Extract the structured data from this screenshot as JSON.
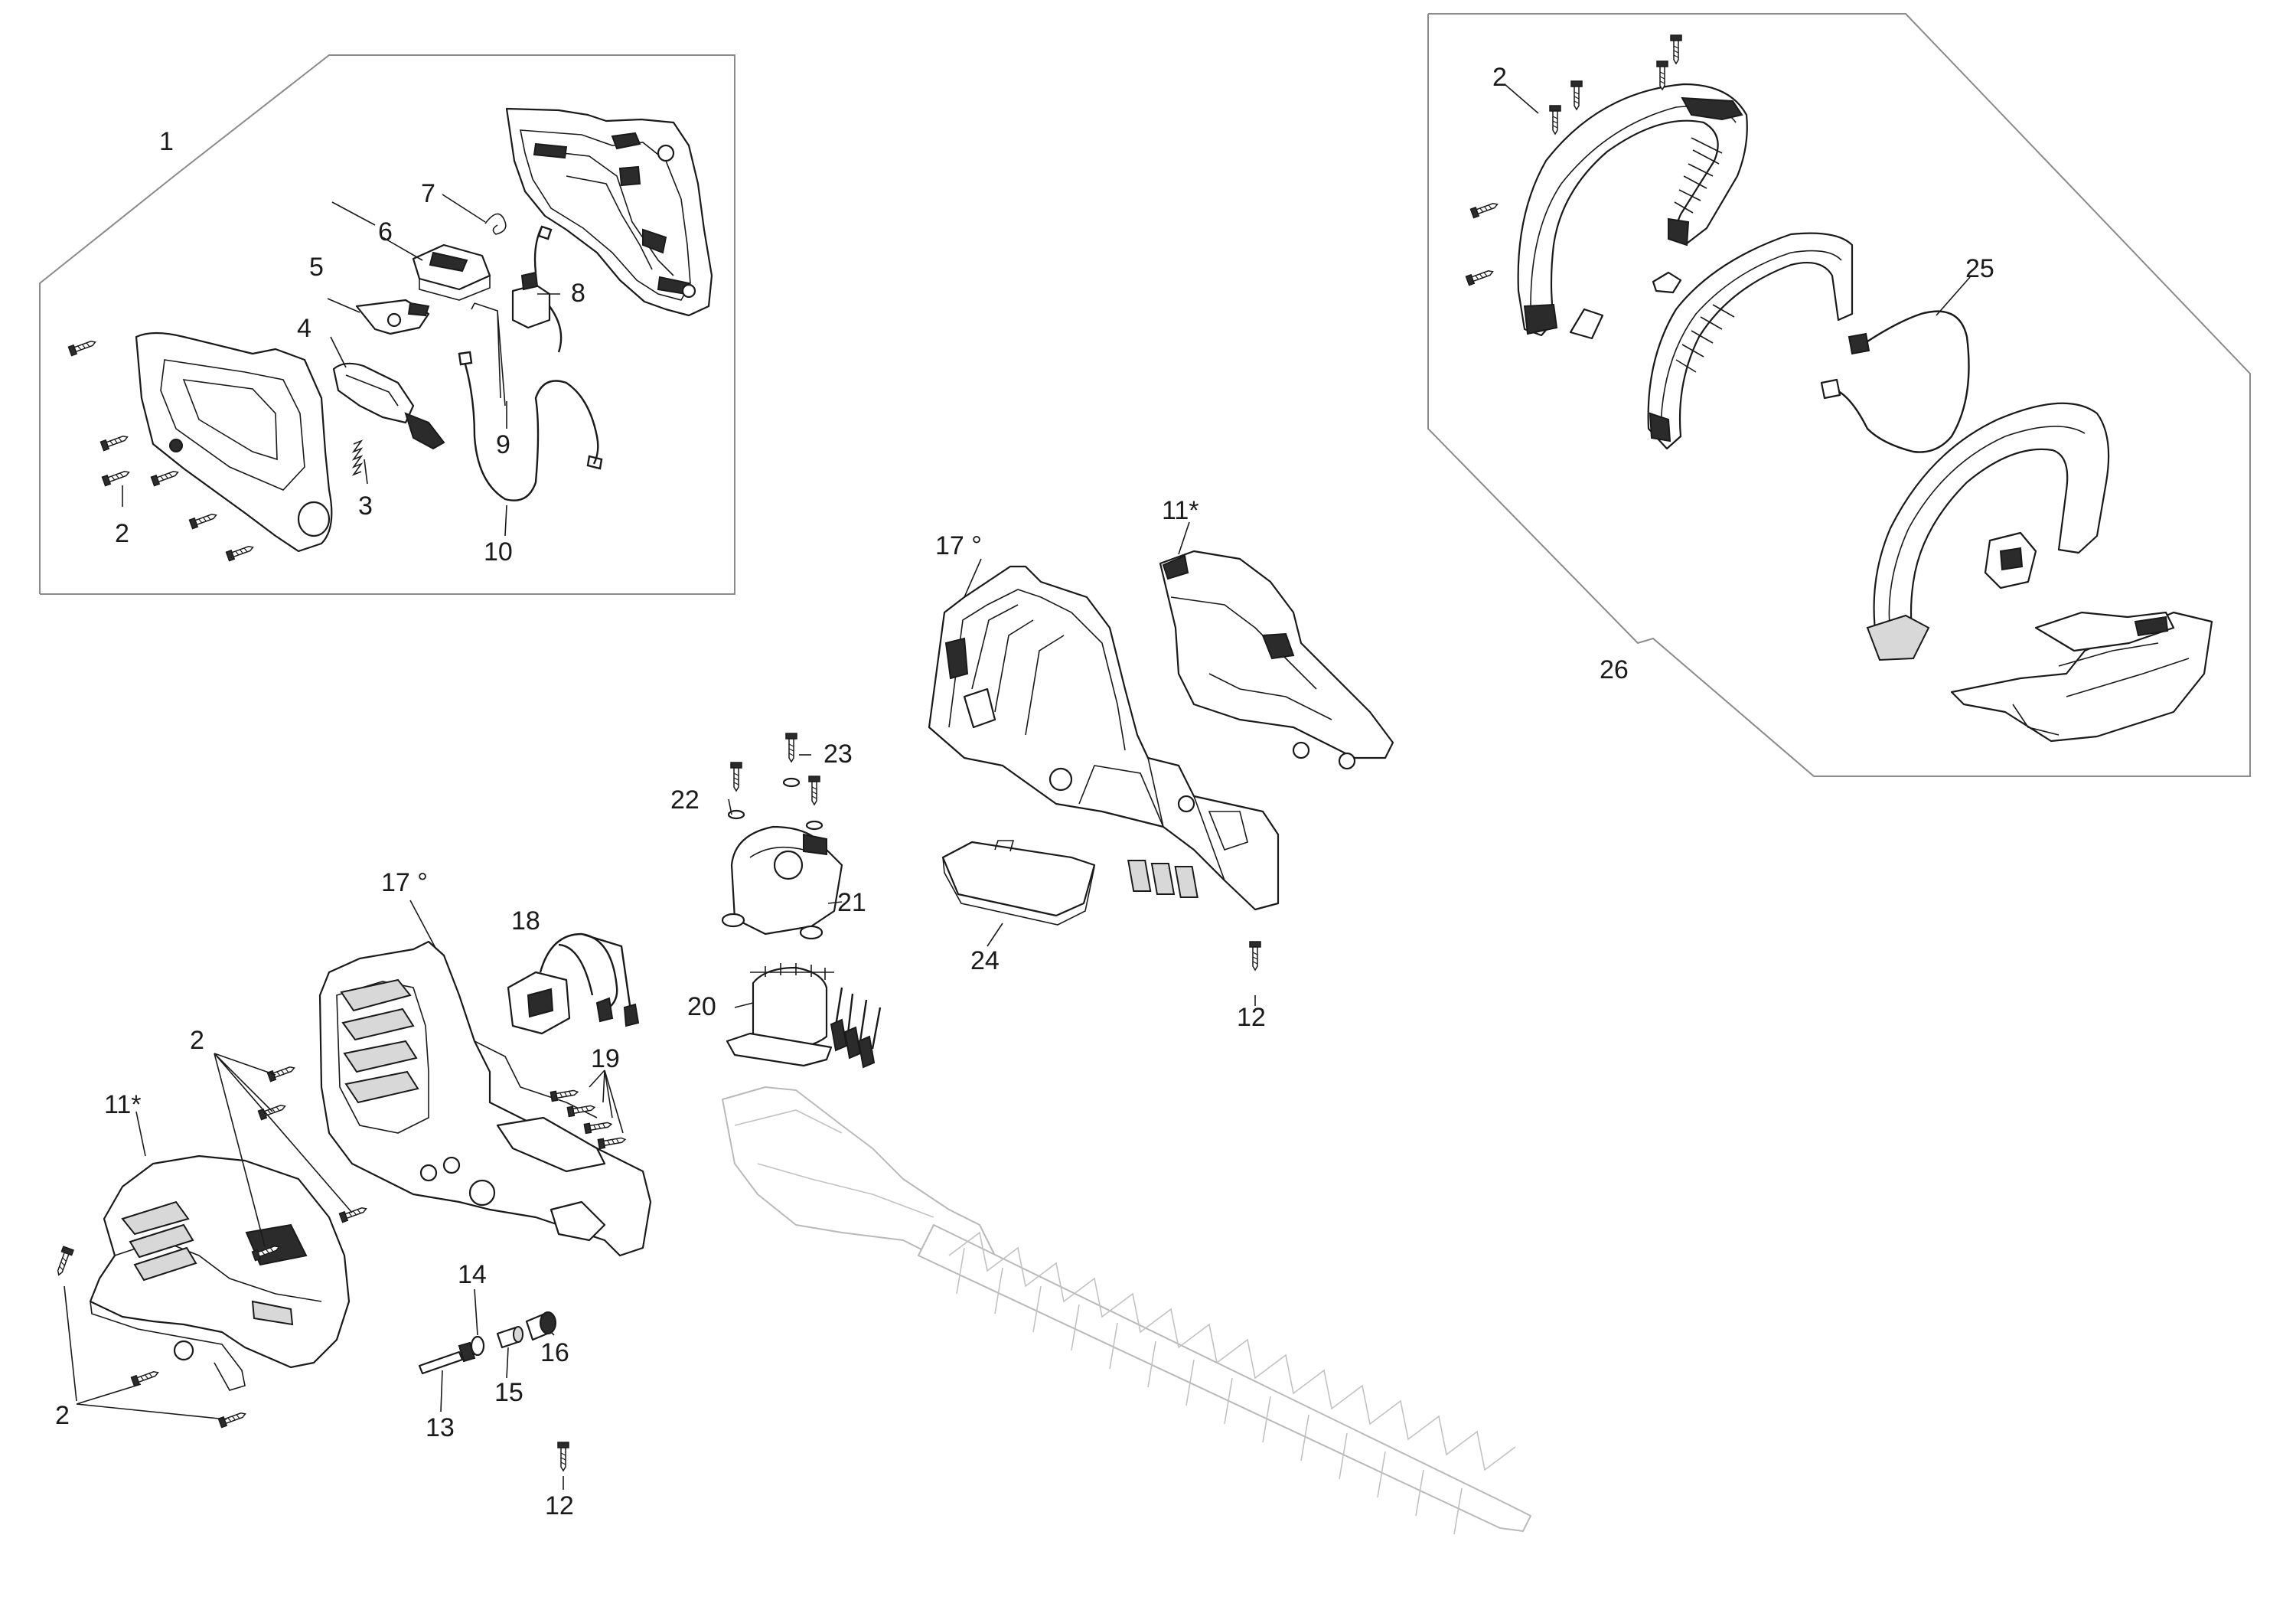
{
  "labels": {
    "l1": "1",
    "l2": "2",
    "l3": "3",
    "l4": "4",
    "l5": "5",
    "l6": "6",
    "l7": "7",
    "l8": "8",
    "l9": "9",
    "l10": "10",
    "l11": "11*",
    "l12": "12",
    "l13": "13",
    "l14": "14",
    "l15": "15",
    "l16": "16",
    "l17": "17 °",
    "l18": "18",
    "l19": "19",
    "l20": "20",
    "l21": "21",
    "l22": "22",
    "l23": "23",
    "l24": "24",
    "l25": "25",
    "l26": "26"
  }
}
